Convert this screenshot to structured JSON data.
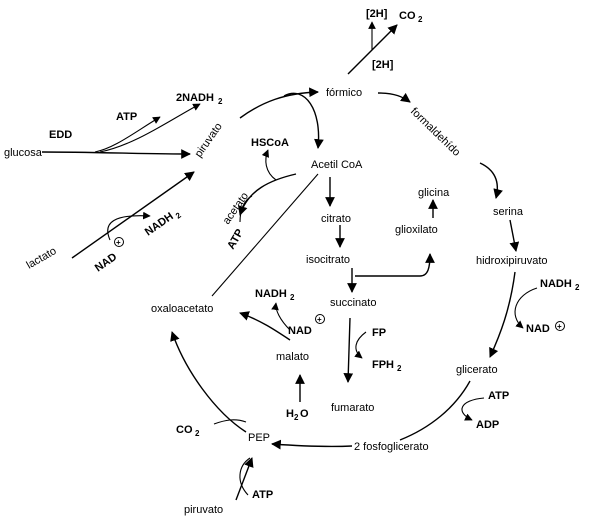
{
  "metabolites": {
    "glucosa": "glucosa",
    "piruvato_top": "piruvato",
    "lactato": "lactato",
    "formico": "fórmico",
    "formaldehido": "formaldehído",
    "acetil_coa": "Acetil CoA",
    "acetato": "acetato",
    "citrato": "citrato",
    "isocitrato": "isocitrato",
    "glicina": "glicina",
    "glioxilato": "glioxilato",
    "serina": "serina",
    "hidroxipiruvato": "hidroxipiruvato",
    "oxaloacetato": "oxaloacetato",
    "succinato": "succinato",
    "malato": "malato",
    "fumarato": "fumarato",
    "glicerato": "glicerato",
    "pep": "PEP",
    "fosfoglicerato": "2 fosfoglicerato",
    "piruvato_bottom": "piruvato"
  },
  "cofactors": {
    "edd": "EDD",
    "atp": "ATP",
    "adp": "ADP",
    "nadh": "NADH",
    "nadh2_full": "2NADH",
    "nad": "NAD",
    "hscoa": "HSCoA",
    "h2_top": "[2H]",
    "h2_mid": "[2H]",
    "co": "CO",
    "fp": "FP",
    "fph": "FPH",
    "h2o_h": "H",
    "h2o_o": "O",
    "sub2": "2",
    "plus": "+"
  }
}
